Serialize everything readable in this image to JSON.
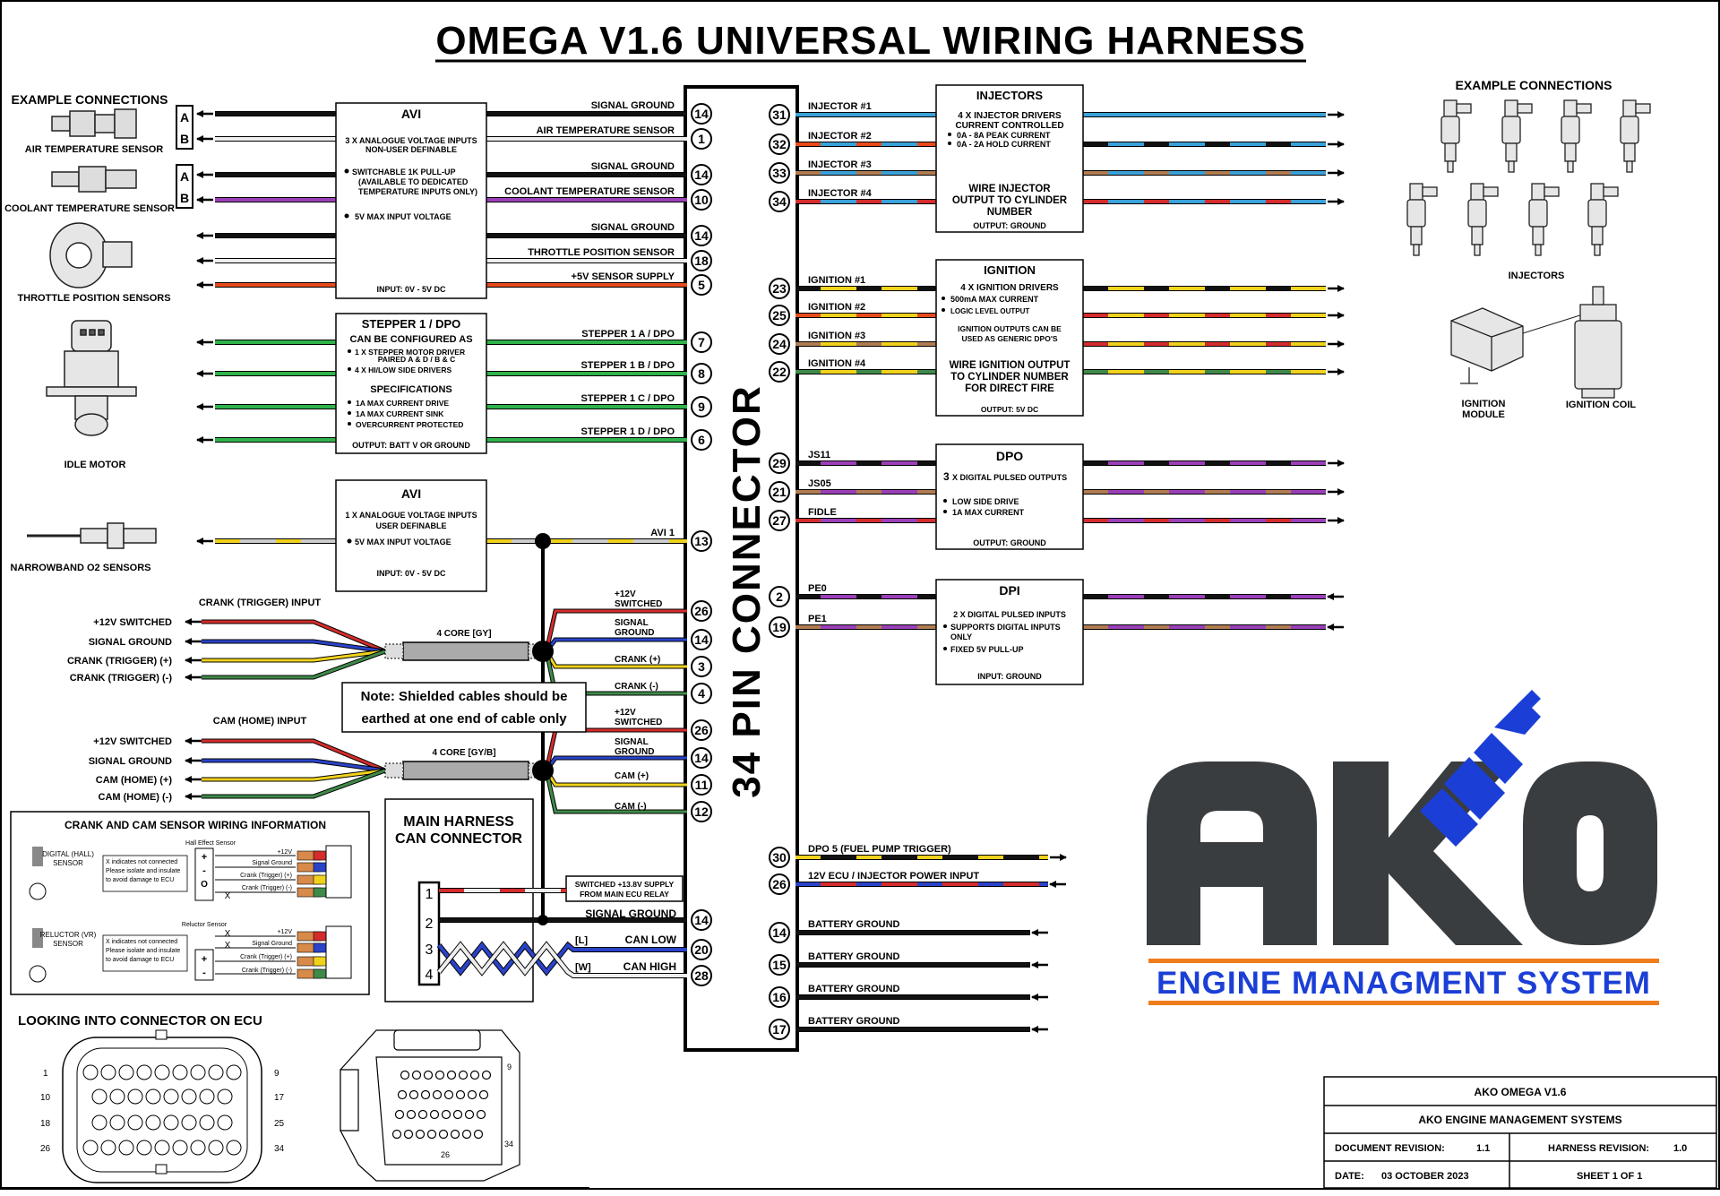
{
  "title": "OMEGA V1.6 UNIVERSAL WIRING HARNESS",
  "connector_title": "34 PIN CONNECTOR",
  "left_example": "EXAMPLE CONNECTIONS",
  "right_example": "EXAMPLE CONNECTIONS",
  "sensors": {
    "air_temp": "AIR TEMPERATURE SENSOR",
    "coolant_temp": "COOLANT TEMPERATURE SENSOR",
    "throttle": "THROTTLE POSITION SENSORS",
    "idle": "IDLE MOTOR",
    "o2": "NARROWBAND O2 SENSORS"
  },
  "ab": {
    "a": "A",
    "b": "B"
  },
  "avi1_box": {
    "title": "AVI",
    "l1": "3 X ANALOGUE VOLTAGE INPUTS",
    "l2": "NON-USER DEFINABLE",
    "l3": "SWITCHABLE 1K PULL-UP",
    "l4": "(AVAILABLE TO DEDICATED",
    "l5": "TEMPERATURE INPUTS ONLY)",
    "l6": "5V MAX INPUT VOLTAGE",
    "foot": "INPUT: 0V - 5V DC"
  },
  "stepper_box": {
    "title": "STEPPER 1 / DPO",
    "l1": "CAN BE CONFIGURED AS",
    "l2": "1 X STEPPER MOTOR DRIVER",
    "l3": "PAIRED  A  &  D  /  B  &  C",
    "l4": "4 X HI/LOW SIDE DRIVERS",
    "spec": "SPECIFICATIONS",
    "s1": "1A MAX CURRENT DRIVE",
    "s2": "1A MAX CURRENT SINK",
    "s3": "OVERCURRENT PROTECTED",
    "foot": "OUTPUT: BATT V OR GROUND"
  },
  "avi2_box": {
    "title": "AVI",
    "l1": "1 X ANALOGUE VOLTAGE INPUTS",
    "l2": "USER DEFINABLE",
    "l3": "5V MAX INPUT VOLTAGE",
    "foot": "INPUT: 0V - 5V DC"
  },
  "left_pins": [
    {
      "label": "SIGNAL GROUND",
      "pin": "14"
    },
    {
      "label": "AIR TEMPERATURE SENSOR",
      "pin": "1"
    },
    {
      "label": "SIGNAL GROUND",
      "pin": "14"
    },
    {
      "label": "COOLANT TEMPERATURE SENSOR",
      "pin": "10"
    },
    {
      "label": "SIGNAL GROUND",
      "pin": "14"
    },
    {
      "label": "THROTTLE POSITION SENSOR",
      "pin": "18"
    },
    {
      "label": "+5V SENSOR SUPPLY",
      "pin": "5"
    },
    {
      "label": "STEPPER 1  A / DPO",
      "pin": "7"
    },
    {
      "label": "STEPPER 1  B / DPO",
      "pin": "8"
    },
    {
      "label": "STEPPER 1  C / DPO",
      "pin": "9"
    },
    {
      "label": "STEPPER 1  D / DPO",
      "pin": "6"
    },
    {
      "label": "AVI 1",
      "pin": "13"
    }
  ],
  "crank": {
    "heading": "CRANK (TRIGGER) INPUT",
    "l1": "+12V SWITCHED",
    "l2": "SIGNAL GROUND",
    "l3": "CRANK (TRIGGER) (+)",
    "l4": "CRANK (TRIGGER) (-)",
    "cable": "4 CORE [GY]",
    "p1": "+12V",
    "p1b": "SWITCHED",
    "p2": "SIGNAL",
    "p2b": "GROUND",
    "p3": "CRANK (+)",
    "p4": "CRANK (-)",
    "pins": [
      "26",
      "14",
      "3",
      "4"
    ]
  },
  "note": {
    "l1": "Note: Shielded cables should be",
    "l2": "earthed at one end of cable only"
  },
  "cam": {
    "heading": "CAM (HOME) INPUT",
    "l1": "+12V SWITCHED",
    "l2": "SIGNAL GROUND",
    "l3": "CAM (HOME) (+)",
    "l4": "CAM (HOME) (-)",
    "cable": "4 CORE [GY/B]",
    "p1": "+12V",
    "p1b": "SWITCHED",
    "p2": "SIGNAL",
    "p2b": "GROUND",
    "p3": "CAM (+)",
    "p4": "CAM (-)",
    "pins": [
      "26",
      "14",
      "11",
      "12"
    ]
  },
  "sensor_info": {
    "title": "CRANK AND CAM SENSOR WIRING INFORMATION",
    "hall_title": "Hall Effect Sensor",
    "hall_name1": "DIGITAL (HALL)",
    "hall_name2": "SENSOR",
    "reluctor_title": "Reluctor Sensor",
    "rel_name1": "RELUCTOR (VR)",
    "rel_name2": "SENSOR",
    "x1": "X indicates not connected",
    "x2": "Please isolate and insulate",
    "x3": "to avoid damage to ECU",
    "w1": "+12V",
    "w2": "Signal Ground",
    "w3": "Crank (Trigger) (+)",
    "w4": "Crank (Trigger) (-)",
    "plus": "+",
    "minus": "-",
    "o": "O",
    "x": "X"
  },
  "can": {
    "title1": "MAIN HARNESS",
    "title2": "CAN CONNECTOR",
    "supply1": "SWITCHED +13.8V SUPPLY",
    "supply2": "FROM MAIN ECU RELAY",
    "sg": "SIGNAL GROUND",
    "low": "CAN LOW",
    "high": "CAN HIGH",
    "lt": "[L]",
    "wt": "[W]",
    "nums": [
      "1",
      "2",
      "3",
      "4"
    ],
    "pins": [
      "14",
      "20",
      "28"
    ]
  },
  "ecu_view": {
    "title": "LOOKING INTO CONNECTOR ON ECU",
    "n1": "1",
    "n9": "9",
    "n10": "10",
    "n17": "17",
    "n18": "18",
    "n25": "25",
    "n26": "26",
    "n34": "34",
    "i9": "9",
    "i26": "26",
    "i34": "34"
  },
  "injectors_box": {
    "title": "INJECTORS",
    "l1": "4 X INJECTOR DRIVERS",
    "l2": "CURRENT CONTROLLED",
    "l3": "0A - 8A PEAK CURRENT",
    "l4": "0A - 2A HOLD CURRENT",
    "l5": "WIRE INJECTOR",
    "l6": "OUTPUT TO CYLINDER",
    "l7": "NUMBER",
    "foot": "OUTPUT: GROUND"
  },
  "ignition_box": {
    "title": "IGNITION",
    "l1": "4 X IGNITION DRIVERS",
    "l2": "500mA MAX CURRENT",
    "l3": "LOGIC LEVEL OUTPUT",
    "l4": "IGNITION OUTPUTS CAN BE",
    "l5": "USED AS GENERIC DPO'S",
    "l6": "WIRE IGNITION OUTPUT",
    "l7": "TO CYLINDER NUMBER",
    "l8": "FOR DIRECT FIRE",
    "foot": "OUTPUT: 5V DC"
  },
  "dpo_box": {
    "title": "DPO",
    "l1": "3",
    "l1b": "X DIGITAL PULSED OUTPUTS",
    "l2": "LOW SIDE DRIVE",
    "l3": "1A MAX CURRENT",
    "foot": "OUTPUT: GROUND"
  },
  "dpi_box": {
    "title": "DPI",
    "l1": "2 X DIGITAL PULSED INPUTS",
    "l2": "SUPPORTS DIGITAL INPUTS",
    "l3": "ONLY",
    "l4": "FIXED 5V PULL-UP",
    "foot": "INPUT: GROUND"
  },
  "right_pins": [
    {
      "label": "INJECTOR #1",
      "pin": "31"
    },
    {
      "label": "INJECTOR #2",
      "pin": "32"
    },
    {
      "label": "INJECTOR #3",
      "pin": "33"
    },
    {
      "label": "INJECTOR #4",
      "pin": "34"
    },
    {
      "label": "IGNITION #1",
      "pin": "23"
    },
    {
      "label": "IGNITION #2",
      "pin": "25"
    },
    {
      "label": "IGNITION #3",
      "pin": "24"
    },
    {
      "label": "IGNITION #4",
      "pin": "22"
    },
    {
      "label": "JS11",
      "pin": "29"
    },
    {
      "label": "JS05",
      "pin": "21"
    },
    {
      "label": "FIDLE",
      "pin": "27"
    },
    {
      "label": "PE0",
      "pin": "2"
    },
    {
      "label": "PE1",
      "pin": "19"
    },
    {
      "label": "DPO 5 (FUEL PUMP TRIGGER)",
      "pin": "30"
    },
    {
      "label": "12V ECU / INJECTOR POWER INPUT",
      "pin": "26"
    },
    {
      "label": "BATTERY GROUND",
      "pin": "14"
    },
    {
      "label": "BATTERY GROUND",
      "pin": "15"
    },
    {
      "label": "BATTERY GROUND",
      "pin": "16"
    },
    {
      "label": "BATTERY GROUND",
      "pin": "17"
    }
  ],
  "right_labels": {
    "injectors": "INJECTORS",
    "module1": "IGNITION",
    "module2": "MODULE",
    "coil": "IGNITION COIL"
  },
  "logo": {
    "letters": "AKO",
    "tagline": "ENGINE MANAGMENT SYSTEM",
    "colors": {
      "dark": "#3a3d40",
      "blue": "#1b3fd6",
      "orange": "#f07c1c"
    }
  },
  "title_block": {
    "r1": "AKO OMEGA V1.6",
    "r2": "AKO ENGINE MANAGEMENT SYSTEMS",
    "doc_rev_label": "DOCUMENT REVISION:",
    "doc_rev": "1.1",
    "harness_rev_label": "HARNESS REVISION:",
    "harness_rev": "1.0",
    "date_label": "DATE:",
    "date": "03 OCTOBER 2023",
    "sheet": "SHEET 1 OF 1"
  }
}
